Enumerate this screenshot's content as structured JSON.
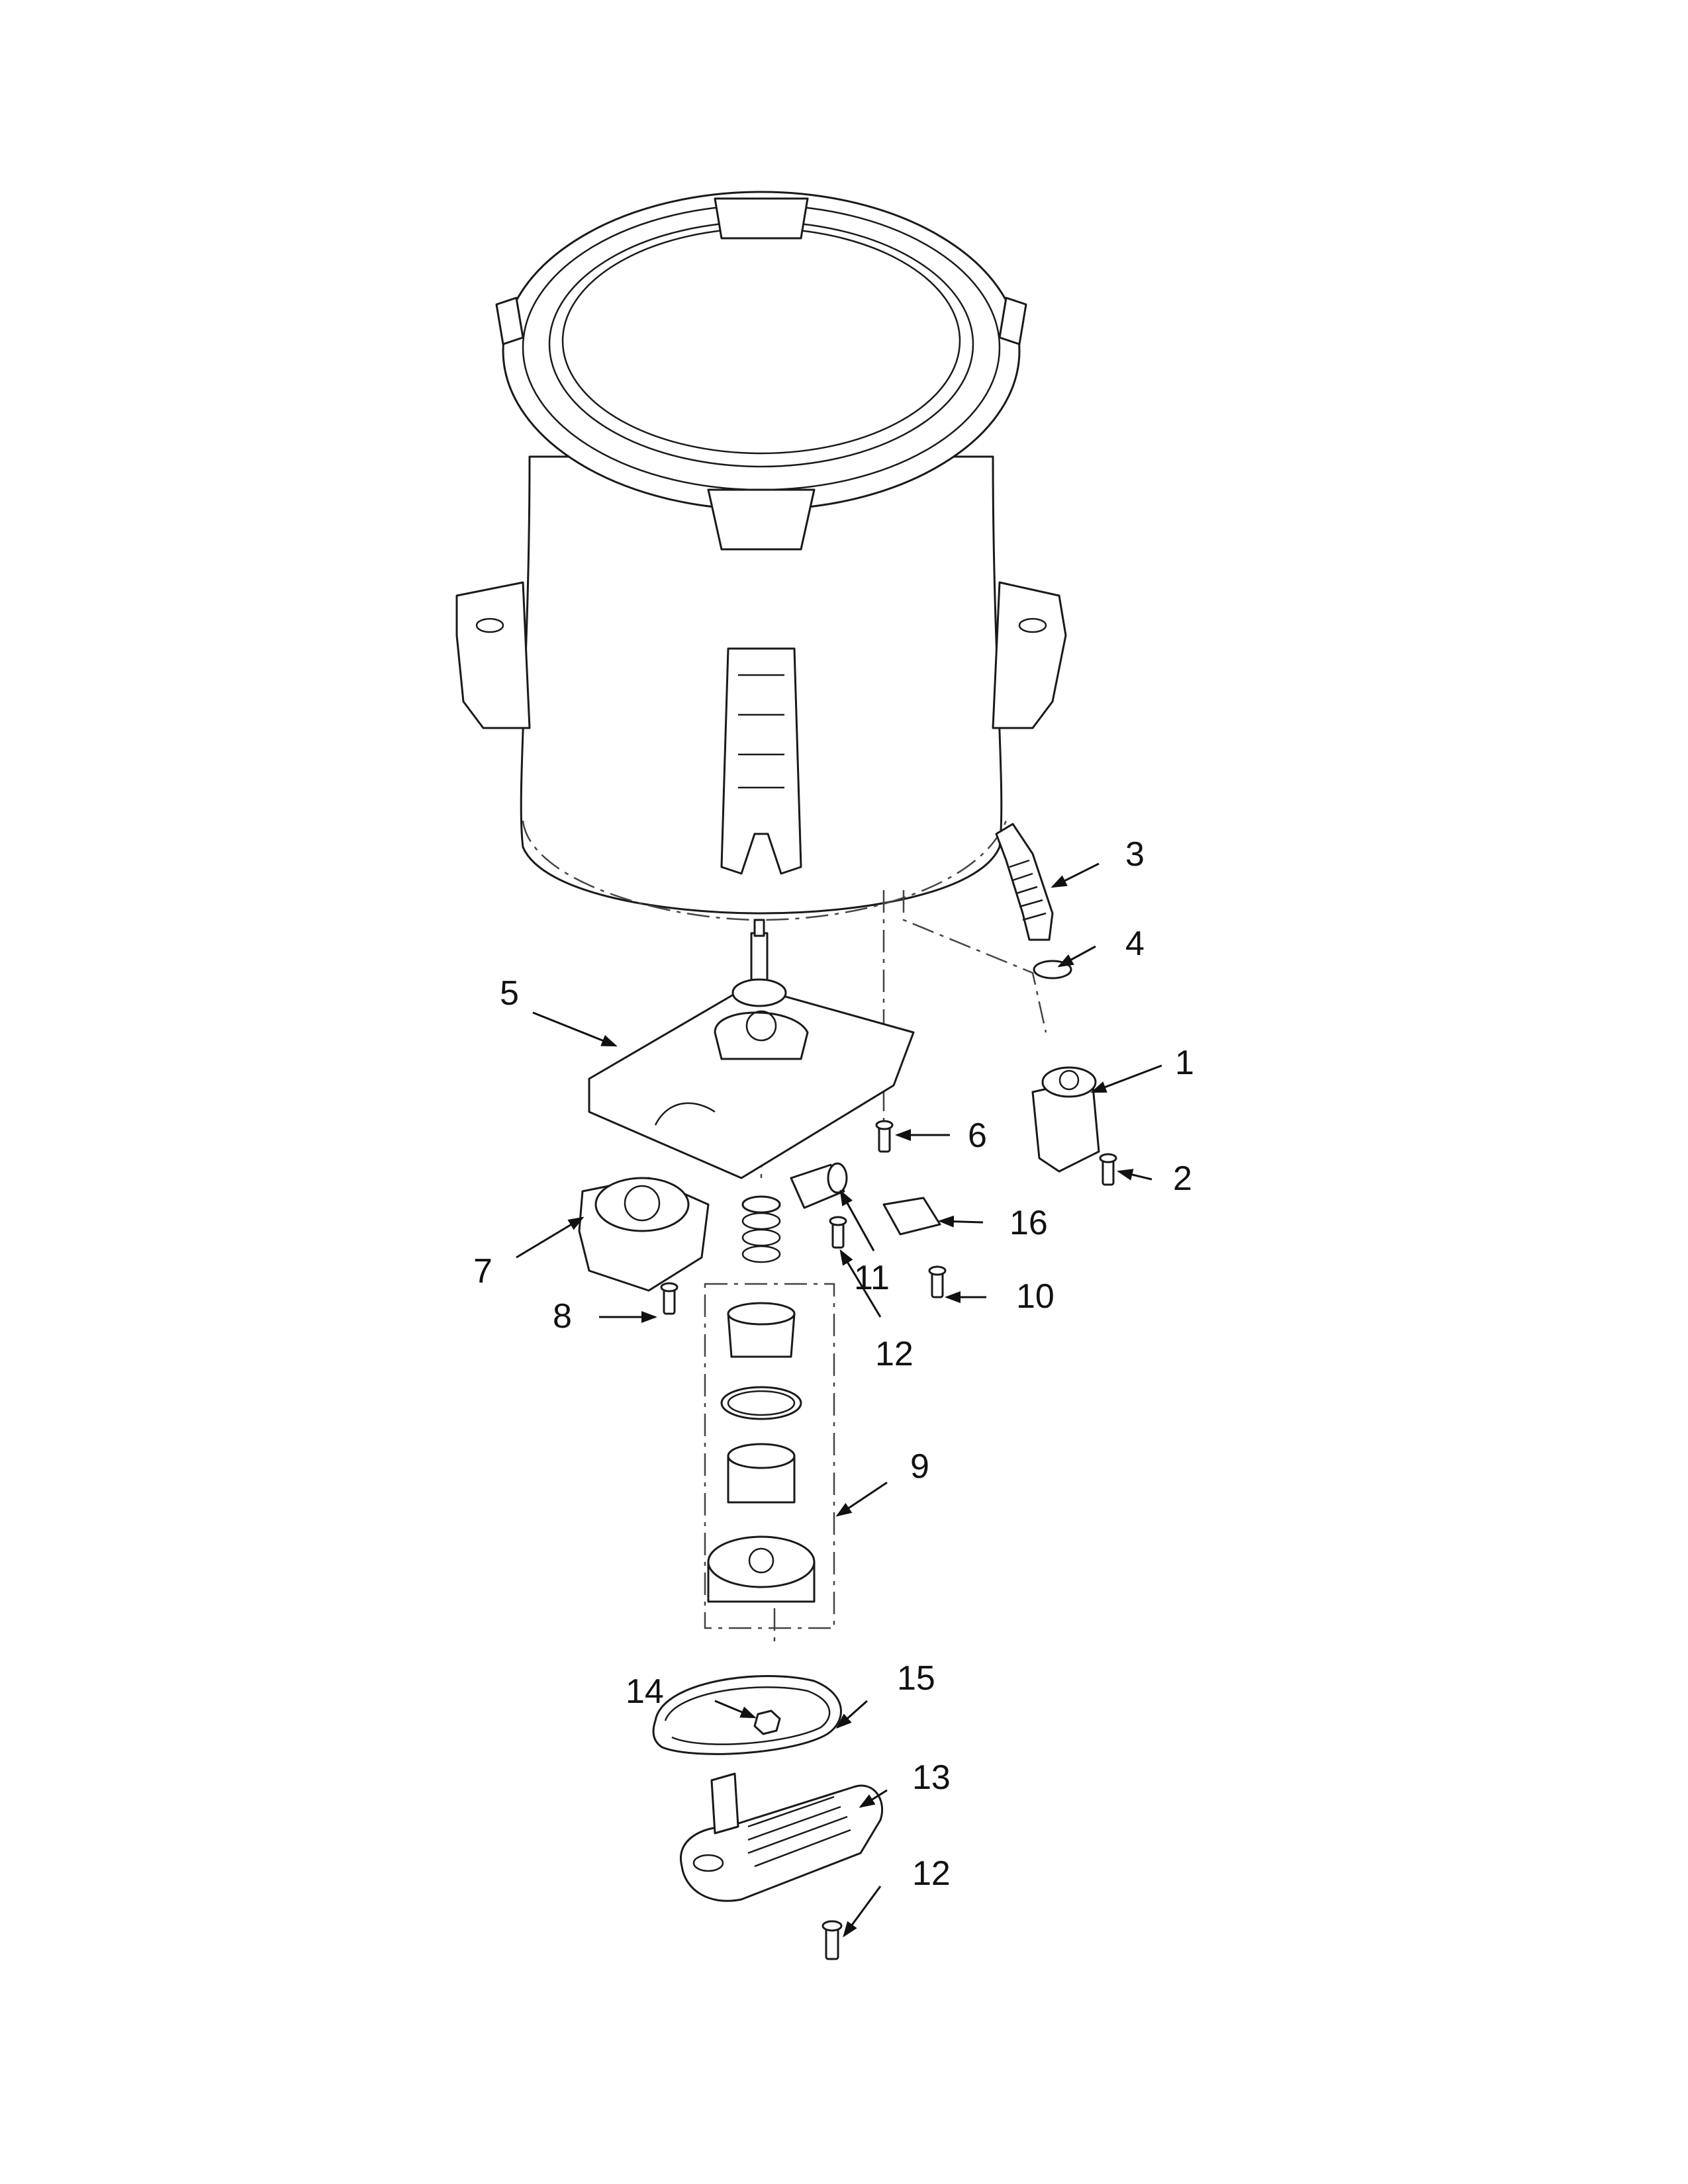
{
  "callouts": [
    {
      "id": "c1",
      "label": "1"
    },
    {
      "id": "c2",
      "label": "2"
    },
    {
      "id": "c3",
      "label": "3"
    },
    {
      "id": "c4",
      "label": "4"
    },
    {
      "id": "c5",
      "label": "5"
    },
    {
      "id": "c6",
      "label": "6"
    },
    {
      "id": "c7",
      "label": "7"
    },
    {
      "id": "c8",
      "label": "8"
    },
    {
      "id": "c9",
      "label": "9"
    },
    {
      "id": "c10",
      "label": "10"
    },
    {
      "id": "c11",
      "label": "11"
    },
    {
      "id": "c12a",
      "label": "12"
    },
    {
      "id": "c12b",
      "label": "12"
    },
    {
      "id": "c13",
      "label": "13"
    },
    {
      "id": "c14",
      "label": "14"
    },
    {
      "id": "c15",
      "label": "15"
    },
    {
      "id": "c16",
      "label": "16"
    }
  ],
  "colors": {
    "line": "#1a1a1a",
    "background": "#ffffff"
  }
}
